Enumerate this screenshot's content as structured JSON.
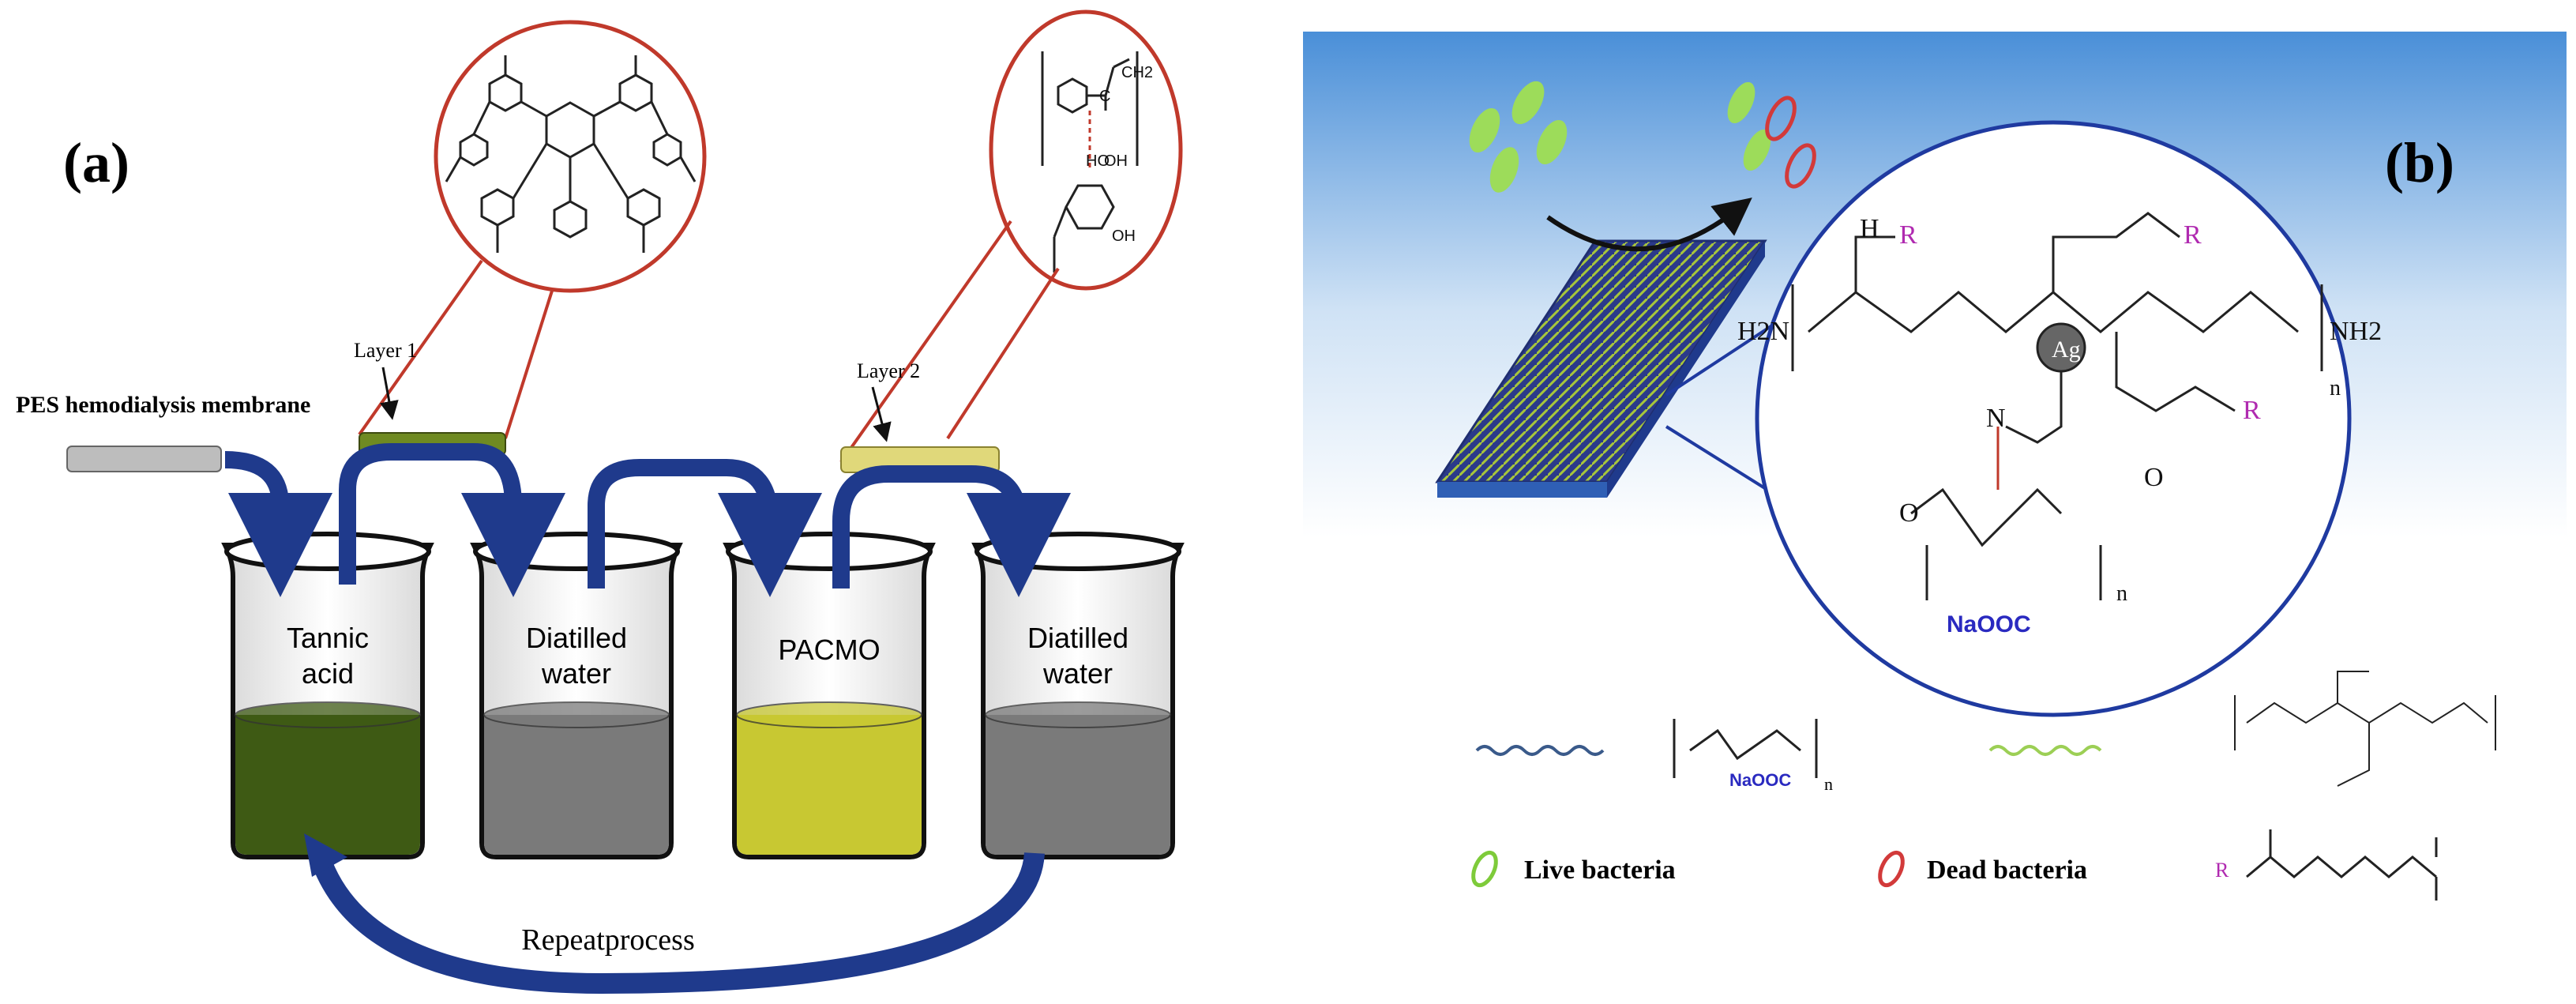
{
  "panel_a": {
    "label": "(a)",
    "membrane_label": "PES hemodialysis membrane",
    "layer1_label": "Layer 1",
    "layer2_label": "Layer 2",
    "beakers": [
      {
        "line1": "Tannic",
        "line2": "acid",
        "liquid_color": "#3e5a14"
      },
      {
        "line1": "Diatilled",
        "line2": "water",
        "liquid_color": "#7a7a7a"
      },
      {
        "line1": "PACMO",
        "line2": "",
        "liquid_color": "#c8c832"
      },
      {
        "line1": "Diatilled",
        "line2": "water",
        "liquid_color": "#7a7a7a"
      }
    ],
    "repeat_label": "Repeatprocess",
    "arrow_color": "#1f3a8c",
    "zoom_circle_color": "#c0392b",
    "chem_labels": {
      "oh1": "HO",
      "oh2": "OH",
      "oh3": "OH",
      "c": "C",
      "ch2": "CH2"
    }
  },
  "panel_b": {
    "label": "(b)",
    "r": "R",
    "ag": "Ag",
    "h2n": "H2N",
    "nh2": "NH2",
    "n_sub": "n",
    "h": "H",
    "n": "N",
    "o": "O",
    "naooc": "NaOOC",
    "legend": {
      "live_bacteria": "Live bacteria",
      "dead_bacteria": "Dead bacteria",
      "r": "R"
    },
    "colors": {
      "sky_top": "#4a8fd8",
      "circle": "#1f3aa0",
      "live": "#7ecb3a",
      "dead": "#d23a3a",
      "r_text": "#b02ab0",
      "naooc": "#2a2ac0"
    }
  }
}
